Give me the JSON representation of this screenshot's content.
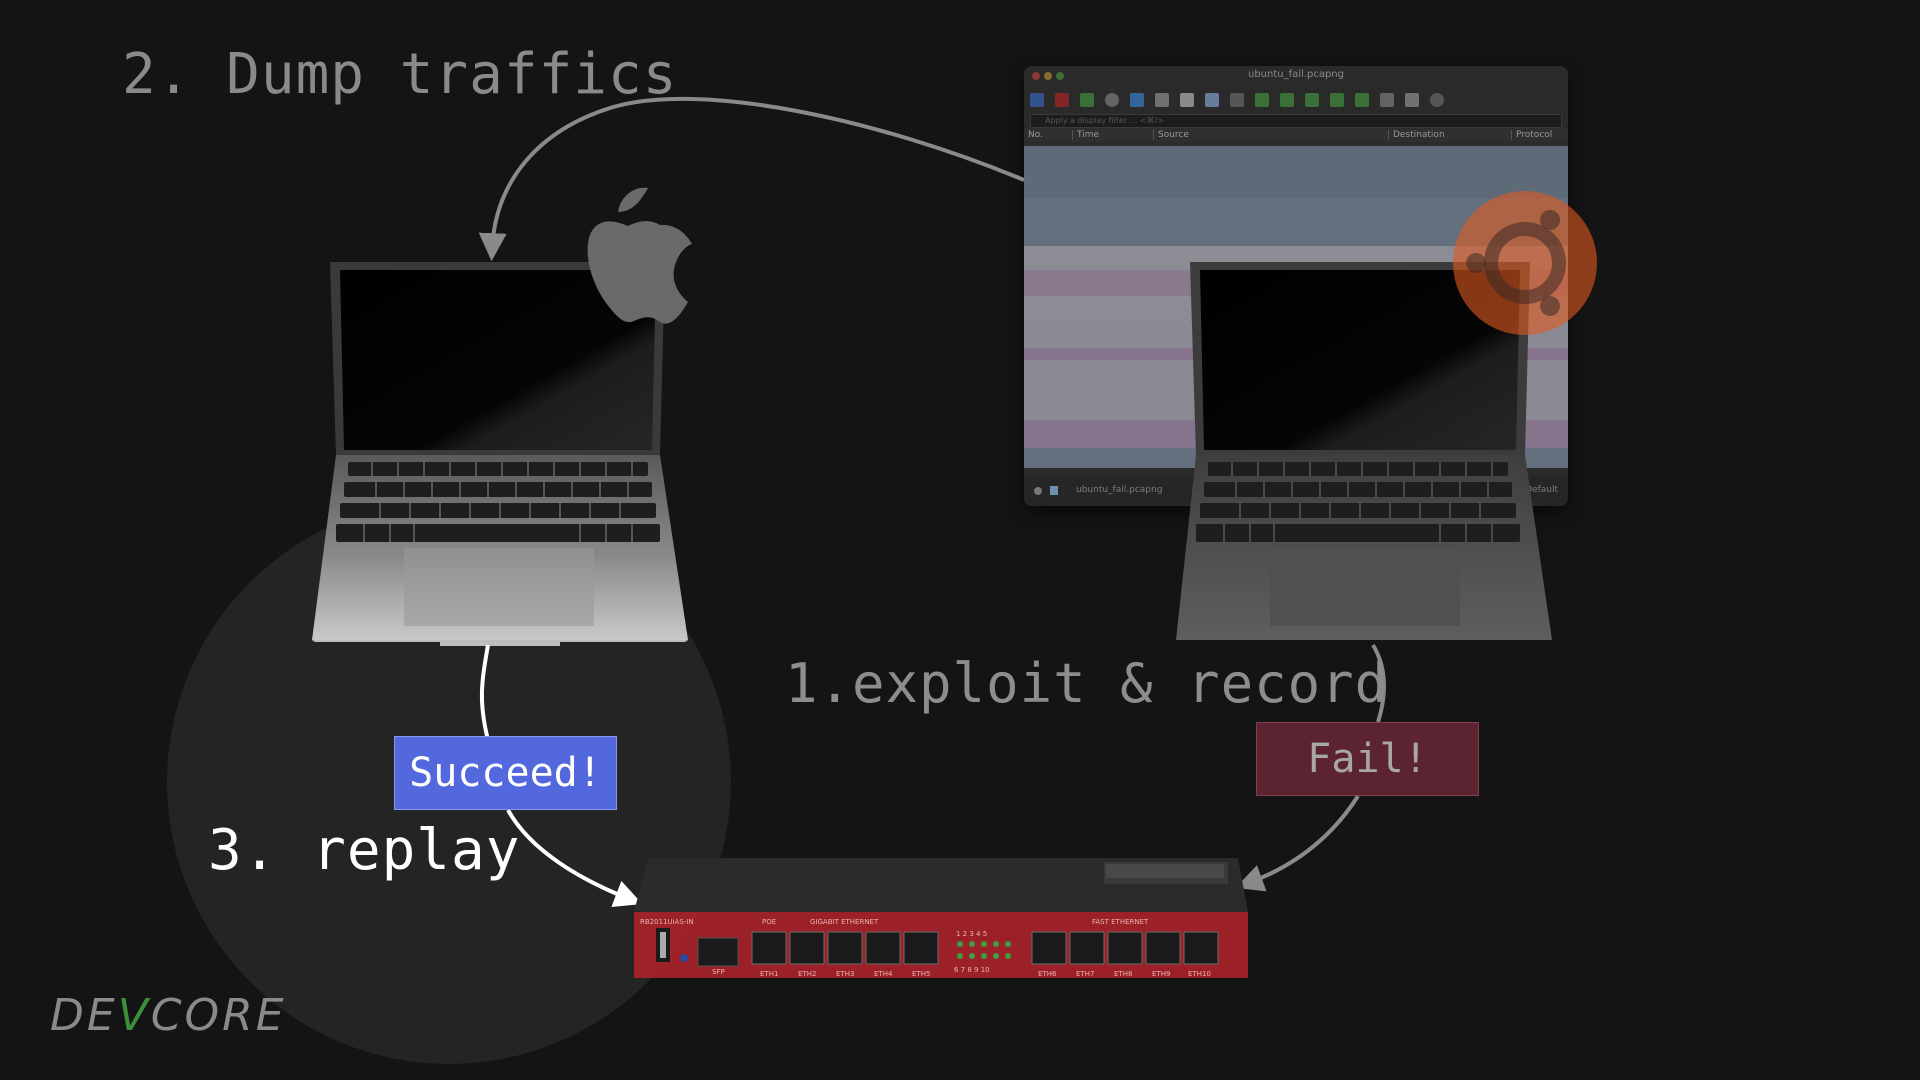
{
  "heading": "2. Dump traffics",
  "steps": {
    "exploit_record": "1.exploit & record",
    "replay": "3. replay"
  },
  "results": {
    "succeed": "Succeed!",
    "fail": "Fail!"
  },
  "wireshark": {
    "window_title": "ubuntu_fail.pcapng",
    "filter_placeholder": "Apply a display filter ... <⌘/>",
    "columns": [
      "No.",
      "Time",
      "Source",
      "Destination",
      "Protocol"
    ],
    "status_file": "ubuntu_fail.pcapng",
    "status_profile": "Default"
  },
  "router": {
    "model": "RB2011UiAS-IN",
    "section_poe": "POE",
    "section_gigabit": "GIGABIT ETHERNET",
    "section_fast": "FAST ETHERNET",
    "sfp_label": "SFP",
    "led_top": "1 2 3 4 5",
    "led_bottom": "6 7 8 9 10",
    "port_labels": [
      "ETH1",
      "ETH2",
      "ETH3",
      "ETH4",
      "ETH5",
      "ETH6",
      "ETH7",
      "ETH8",
      "ETH9",
      "ETH10"
    ]
  },
  "branding": {
    "logo_left": "DE",
    "logo_mark": "V",
    "logo_right": "CORE"
  },
  "colors": {
    "succeed_bg": "#5468dd",
    "fail_bg": "#5c2330",
    "router_red": "#b3222c",
    "ubuntu_orange": "#e05a1f",
    "devcore_green": "#3b8f3a"
  },
  "icons": [
    "apple-logo-icon",
    "ubuntu-logo-icon",
    "laptop-icon",
    "router-icon",
    "arrow-icon"
  ]
}
